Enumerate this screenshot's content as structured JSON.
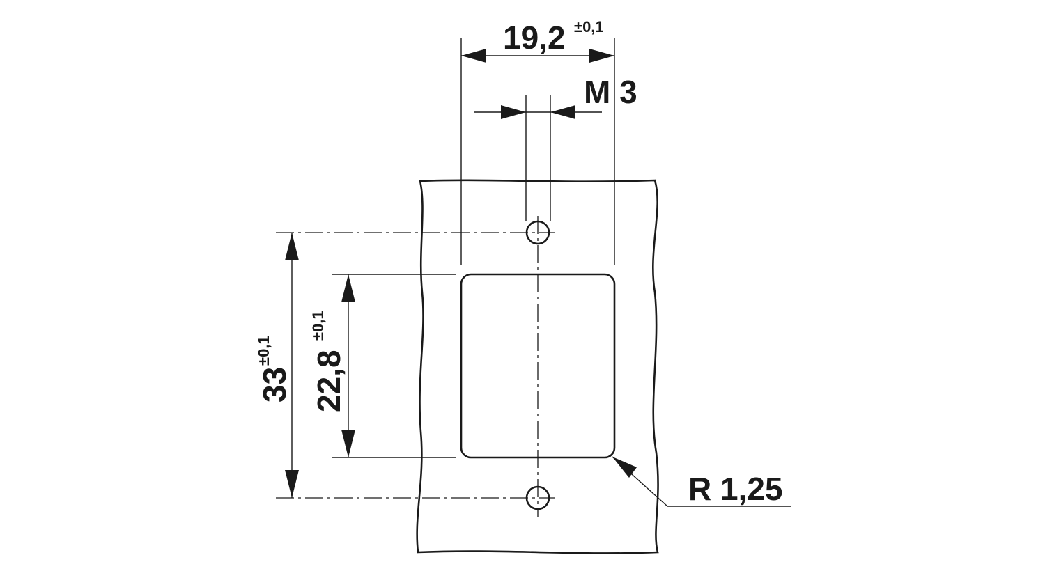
{
  "drawing": {
    "ink_color": "#1a1a1a",
    "background": "#ffffff",
    "dimensions": {
      "width_between_holes": {
        "value": "19,2",
        "tolerance": "±0,1"
      },
      "thread": "M 3",
      "hole_pitch": {
        "value": "33",
        "tolerance": "±0,1"
      },
      "cutout_height": {
        "value": "22,8",
        "tolerance": "±0,1"
      },
      "corner_radius": "R 1,25"
    }
  }
}
